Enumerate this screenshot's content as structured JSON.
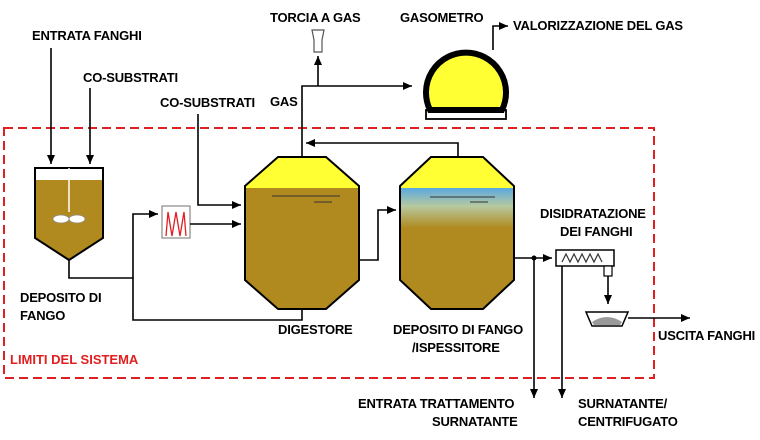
{
  "labels": {
    "entrata_fanghi": "ENTRATA FANGHI",
    "co_substrati_1": "CO-SUBSTRATI",
    "co_substrati_2": "CO-SUBSTRATI",
    "gas": "GAS",
    "torcia": "TORCIA A GAS",
    "gasometro": "GASOMETRO",
    "valorizzazione": "VALORIZZAZIONE DEL GAS",
    "deposito_line1": "DEPOSITO DI",
    "deposito_line2": "FANGO",
    "digestore": "DIGESTORE",
    "ispessitore_line1": "DEPOSITO DI FANGO",
    "ispessitore_line2": "/ISPESSITORE",
    "disidratazione_line1": "DISIDRATAZIONE",
    "disidratazione_line2": "DEI FANGHI",
    "uscita": "USCITA FANGHI",
    "limiti": "LIMITI DEL SISTEMA",
    "entrata_tratt_line1": "ENTRATA TRATTAMENTO",
    "entrata_tratt_line2": "SURNATANTE",
    "surnatante_line1": "SURNATANTE/",
    "surnatante_line2": "CENTRIFUGATO"
  },
  "colors": {
    "sludge": "#b08a1e",
    "gas_yellow": "#ffff33",
    "water_blue": "#5aa8e0",
    "boundary_red": "#e02020"
  }
}
